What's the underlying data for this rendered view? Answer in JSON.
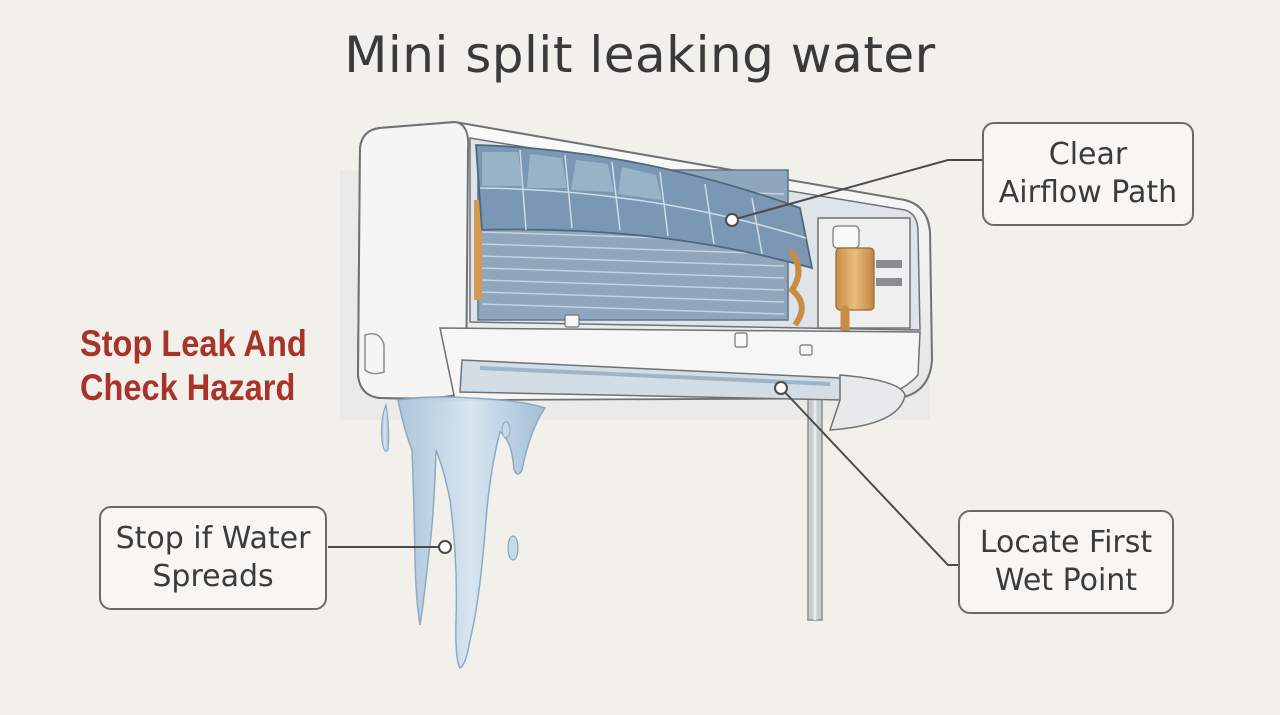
{
  "title": "Mini split leaking water",
  "warning": {
    "line1": "Stop Leak And",
    "line2": "Check Hazard",
    "color": "#a8332a"
  },
  "callouts": {
    "airflow": {
      "line1": "Clear",
      "line2": "Airflow Path"
    },
    "water": {
      "line1": "Stop if Water",
      "line2": "Spreads"
    },
    "wet_point": {
      "line1": "Locate First",
      "line2": "Wet Point"
    }
  },
  "colors": {
    "background": "#f2f0ea",
    "unit_body": "#f7f7f5",
    "filter_blue": "#7d9ab4",
    "copper": "#d9a864",
    "water": "#b9d0e2"
  }
}
